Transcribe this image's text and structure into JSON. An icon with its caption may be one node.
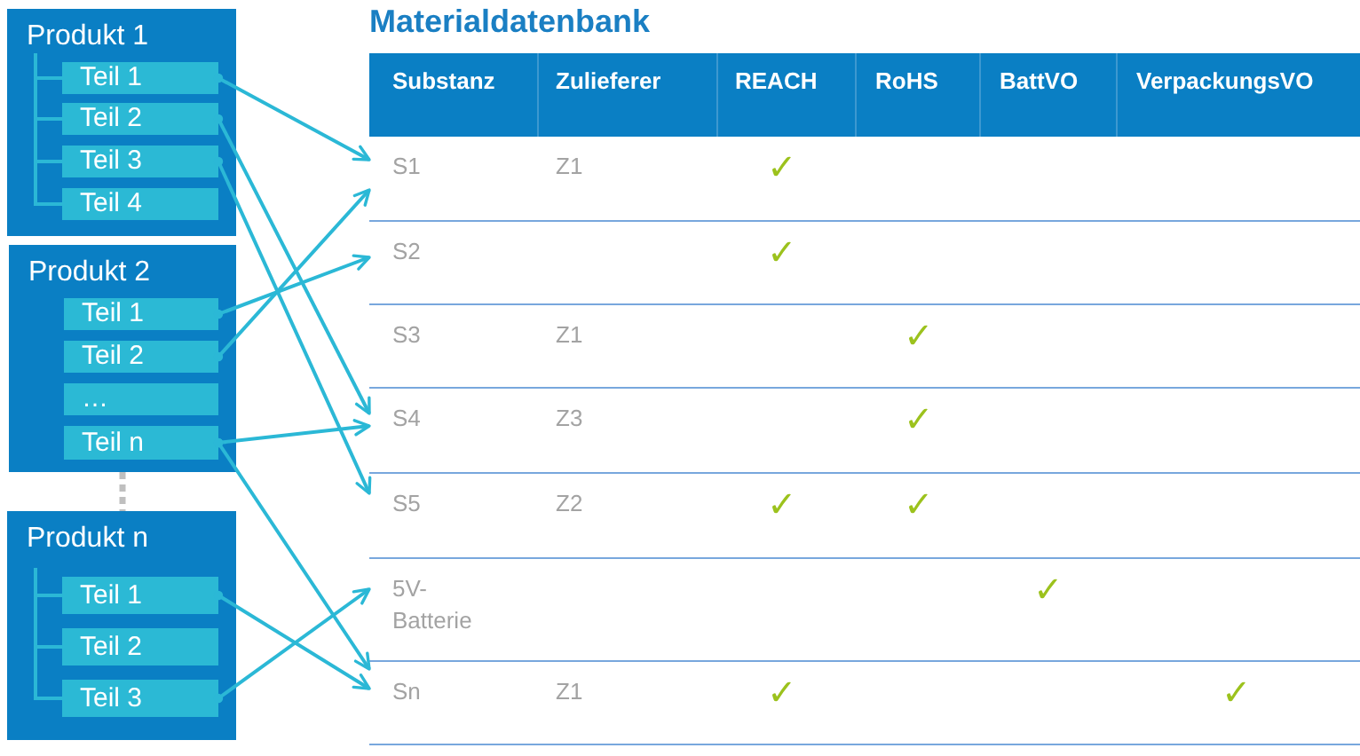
{
  "diagram": {
    "title": "Materialdatenbank",
    "nodes": [
      {
        "text": [
          "Produkt 1"
        ]
      },
      {
        "text": [
          "Teil 1"
        ],
        "in": 0
      },
      {
        "text": [
          "Teil 2"
        ],
        "in": 0
      },
      {
        "text": [
          "Teil 3"
        ],
        "in": 0
      },
      {
        "text": [
          "Teil 4"
        ],
        "in": 0
      },
      {
        "text": [
          "Produkt 2"
        ]
      },
      {
        "text": [
          "Teil 1"
        ],
        "in": 5
      },
      {
        "text": [
          "Teil 2"
        ],
        "in": 5
      },
      {
        "text": [
          "…"
        ],
        "in": 5
      },
      {
        "text": [
          "Teil n"
        ],
        "in": 5
      },
      {
        "text": [
          "Produkt n"
        ]
      },
      {
        "text": [
          "Teil 1"
        ],
        "in": 10
      },
      {
        "text": [
          "Teil 2"
        ],
        "in": 10
      },
      {
        "text": [
          "Teil 3"
        ],
        "in": 10
      },
      {
        "text": [
          "Substanz",
          "Zulieferer",
          "REACH",
          "RoHS",
          "BattVO",
          "VerpackungsVO"
        ]
      },
      {
        "text": [
          "S1",
          "Z1",
          "✓"
        ]
      },
      {
        "text": [
          "S2",
          "✓"
        ]
      },
      {
        "text": [
          "S3",
          "Z1",
          "✓"
        ]
      },
      {
        "text": [
          "S4",
          "Z3",
          "✓"
        ]
      },
      {
        "text": [
          "S5",
          "Z2",
          "✓",
          "✓"
        ]
      },
      {
        "text": [
          "5V-Batterie",
          "✓"
        ]
      },
      {
        "text": [
          "Sn",
          "Z1",
          "✓",
          "✓"
        ]
      }
    ],
    "edges": [
      {
        "from": 1,
        "to": 15,
        "arrow": "to"
      },
      {
        "from": 7,
        "to": 15,
        "arrow": "to"
      },
      {
        "from": 6,
        "to": 16,
        "arrow": "to"
      },
      {
        "from": 2,
        "to": 18,
        "arrow": "to"
      },
      {
        "from": 9,
        "to": 18,
        "arrow": "to"
      },
      {
        "from": 3,
        "to": 19,
        "arrow": "to"
      },
      {
        "from": 13,
        "to": 20,
        "arrow": "to"
      },
      {
        "from": 9,
        "to": 21,
        "arrow": "to"
      },
      {
        "from": 11,
        "to": 21,
        "arrow": "to"
      },
      {
        "from": 5,
        "to": 10,
        "arrow": "none",
        "style": "dashed",
        "color": "#bfbfbf"
      },
      {
        "from": 0,
        "to": 1,
        "arrow": "none"
      },
      {
        "from": 0,
        "to": 2,
        "arrow": "none"
      },
      {
        "from": 0,
        "to": 3,
        "arrow": "none"
      },
      {
        "from": 0,
        "to": 4,
        "arrow": "none"
      },
      {
        "from": 10,
        "to": 11,
        "arrow": "none"
      },
      {
        "from": 10,
        "to": 12,
        "arrow": "none"
      },
      {
        "from": 10,
        "to": 13,
        "arrow": "none"
      }
    ]
  }
}
